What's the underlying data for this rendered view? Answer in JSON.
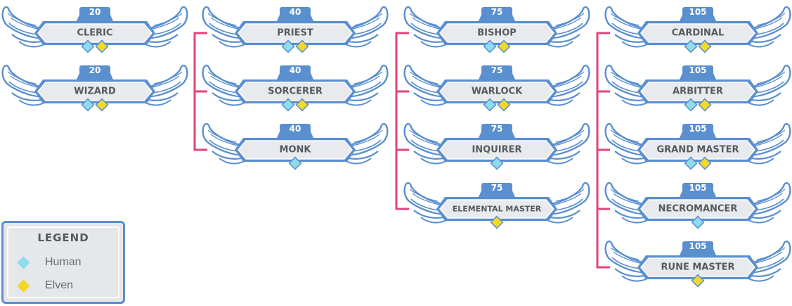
{
  "colors": {
    "human": "#8fdcec",
    "elven": "#f2d82a",
    "connector": "#e0457b",
    "frame": "#5a8fd0",
    "plate": "#e9eaed",
    "wing": "#ffffff"
  },
  "columns": [
    {
      "nodes": [
        {
          "name": "CLERIC",
          "level": "20",
          "races": [
            "human",
            "elven"
          ]
        },
        {
          "name": "WIZARD",
          "level": "20",
          "races": [
            "human",
            "elven"
          ]
        }
      ]
    },
    {
      "nodes": [
        {
          "name": "PRIEST",
          "level": "40",
          "races": [
            "human",
            "elven"
          ]
        },
        {
          "name": "SORCERER",
          "level": "40",
          "races": [
            "human",
            "elven"
          ]
        },
        {
          "name": "MONK",
          "level": "40",
          "races": [
            "human"
          ]
        }
      ]
    },
    {
      "nodes": [
        {
          "name": "BISHOP",
          "level": "75",
          "races": [
            "human",
            "elven"
          ]
        },
        {
          "name": "WARLOCK",
          "level": "75",
          "races": [
            "human",
            "elven"
          ]
        },
        {
          "name": "INQUIRER",
          "level": "75",
          "races": [
            "human"
          ]
        },
        {
          "name": "ELEMENTAL MASTER",
          "level": "75",
          "races": [
            "elven"
          ]
        }
      ]
    },
    {
      "nodes": [
        {
          "name": "CARDINAL",
          "level": "105",
          "races": [
            "human",
            "elven"
          ]
        },
        {
          "name": "ARBITTER",
          "level": "105",
          "races": [
            "human",
            "elven"
          ]
        },
        {
          "name": "GRAND MASTER",
          "level": "105",
          "races": [
            "human",
            "elven"
          ]
        },
        {
          "name": "NECROMANCER",
          "level": "105",
          "races": [
            "human"
          ]
        },
        {
          "name": "RUNE MASTER",
          "level": "105",
          "races": [
            "elven"
          ]
        }
      ]
    }
  ],
  "legend": {
    "title": "LEGEND",
    "items": [
      {
        "label": "Human",
        "race": "human"
      },
      {
        "label": "Elven",
        "race": "elven"
      }
    ]
  }
}
